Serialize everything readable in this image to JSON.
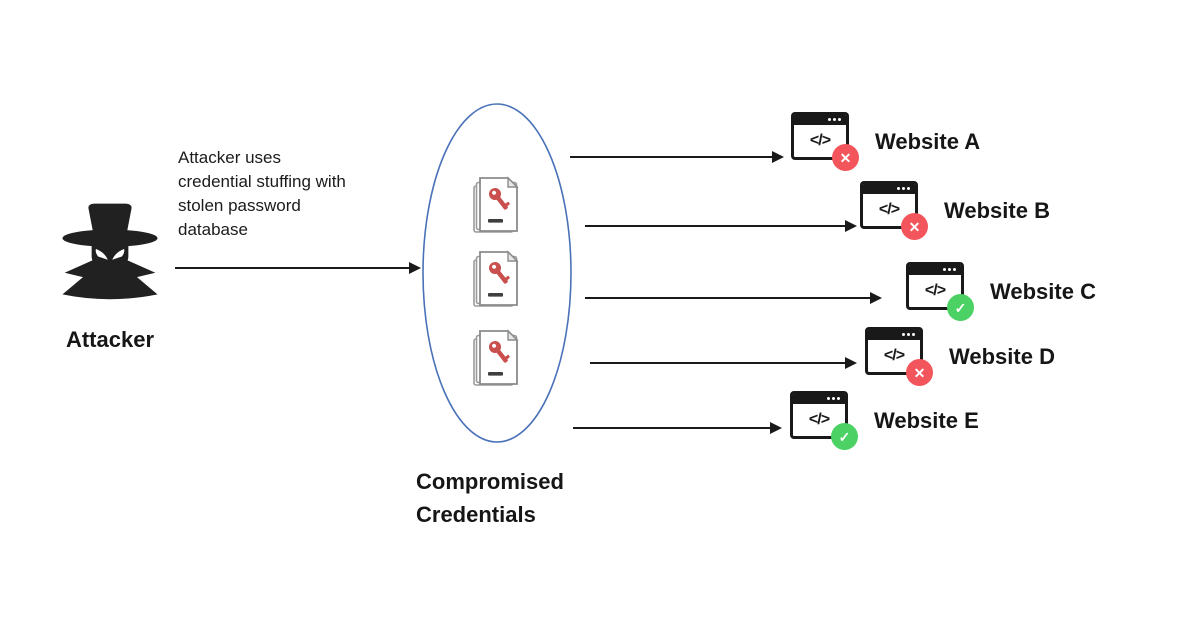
{
  "diagram": {
    "attacker": {
      "label": "Attacker"
    },
    "flow_description": "Attacker uses\ncredential stuffing with\nstolen password\ndatabase",
    "credentials": {
      "label": "Compromised\nCredentials",
      "document_count": 3
    },
    "browser_glyph": "</>",
    "websites": [
      {
        "label": "Website A",
        "status": "failed",
        "badge_glyph": "✕"
      },
      {
        "label": "Website B",
        "status": "failed",
        "badge_glyph": "✕"
      },
      {
        "label": "Website C",
        "status": "success",
        "badge_glyph": "✓"
      },
      {
        "label": "Website D",
        "status": "failed",
        "badge_glyph": "✕"
      },
      {
        "label": "Website E",
        "status": "success",
        "badge_glyph": "✓"
      }
    ],
    "colors": {
      "failed": "#f2555b",
      "success": "#4bd164",
      "ellipse": "#4a72b8",
      "arrow": "#1a1a1a"
    }
  }
}
